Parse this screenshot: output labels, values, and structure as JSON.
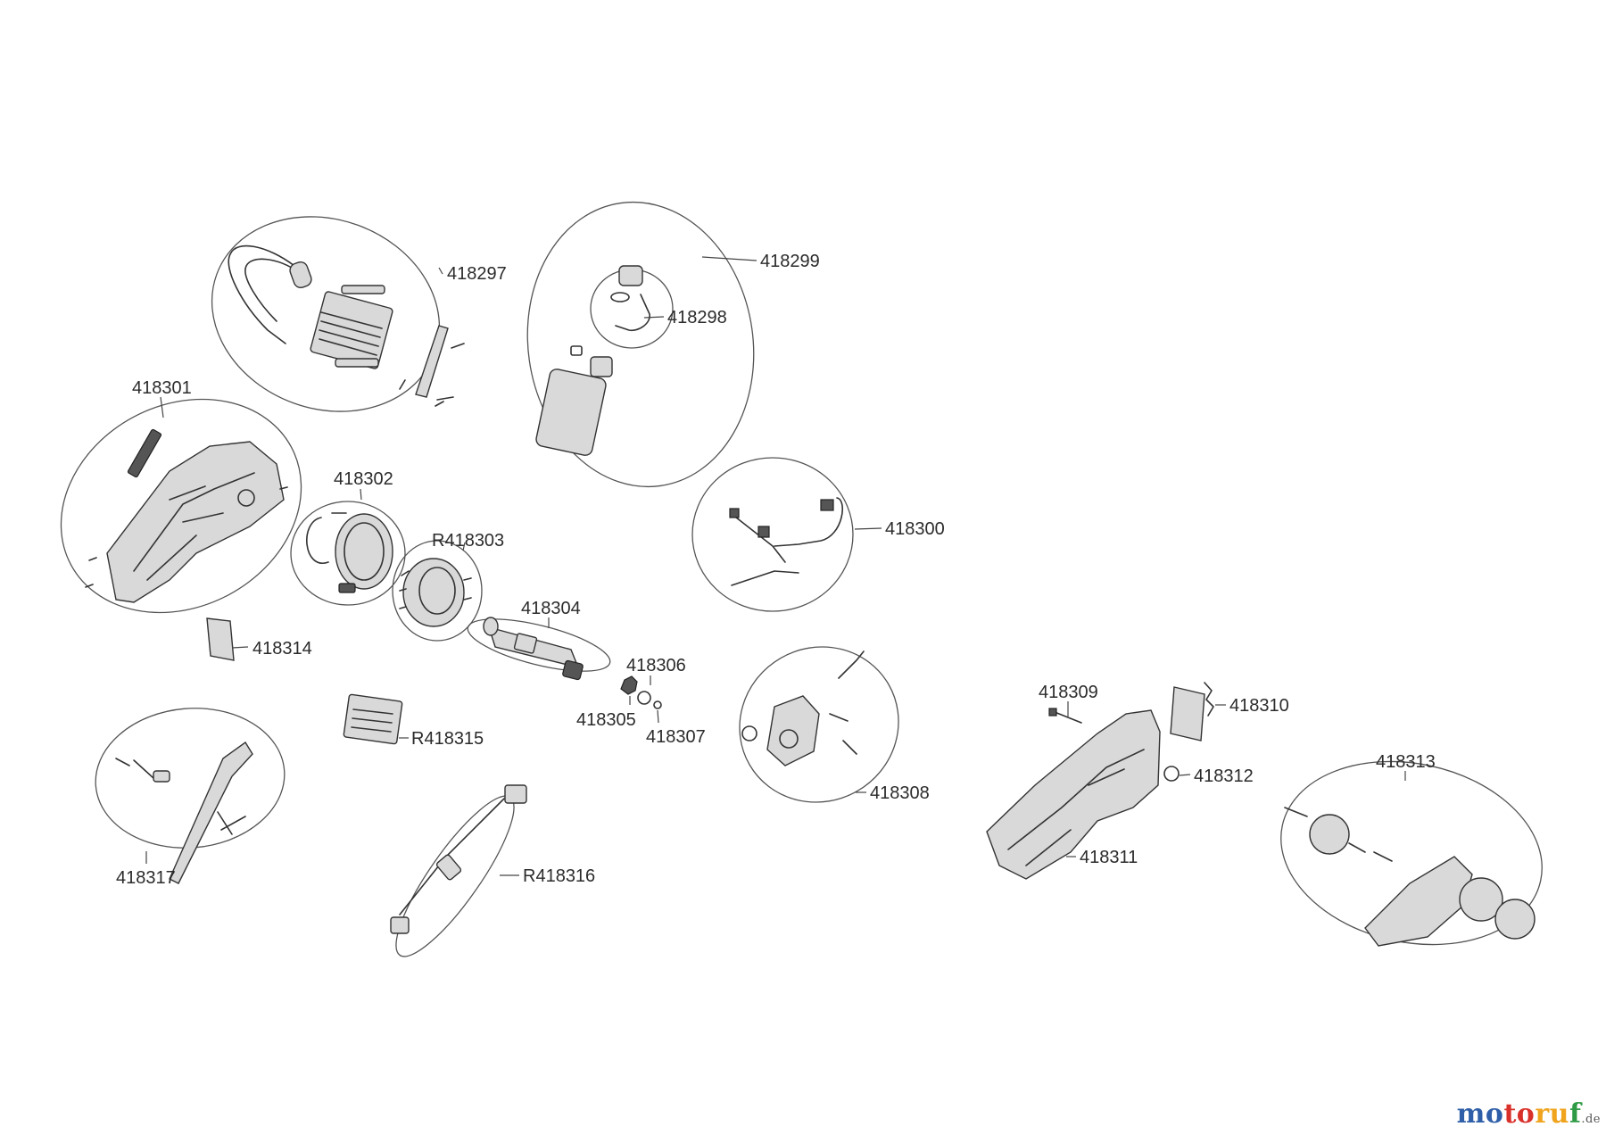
{
  "parts": [
    {
      "id": "p418297",
      "label": "418297"
    },
    {
      "id": "p418299",
      "label": "418299"
    },
    {
      "id": "p418298",
      "label": "418298"
    },
    {
      "id": "p418301",
      "label": "418301"
    },
    {
      "id": "p418302",
      "label": "418302"
    },
    {
      "id": "pR418303",
      "label": "R418303"
    },
    {
      "id": "p418300",
      "label": "418300"
    },
    {
      "id": "p418304",
      "label": "418304"
    },
    {
      "id": "p418306",
      "label": "418306"
    },
    {
      "id": "p418314",
      "label": "418314"
    },
    {
      "id": "p418305",
      "label": "418305"
    },
    {
      "id": "p418307",
      "label": "418307"
    },
    {
      "id": "pR418315",
      "label": "R418315"
    },
    {
      "id": "p418309",
      "label": "418309"
    },
    {
      "id": "p418310",
      "label": "418310"
    },
    {
      "id": "p418312",
      "label": "418312"
    },
    {
      "id": "p418313",
      "label": "418313"
    },
    {
      "id": "p418308",
      "label": "418308"
    },
    {
      "id": "p418311",
      "label": "418311"
    },
    {
      "id": "p418317",
      "label": "418317"
    },
    {
      "id": "pR418316",
      "label": "R418316"
    }
  ],
  "watermark": {
    "part1": "mo",
    "part2": "to",
    "part3": "ru",
    "part4": "f",
    "tld": ".de"
  }
}
